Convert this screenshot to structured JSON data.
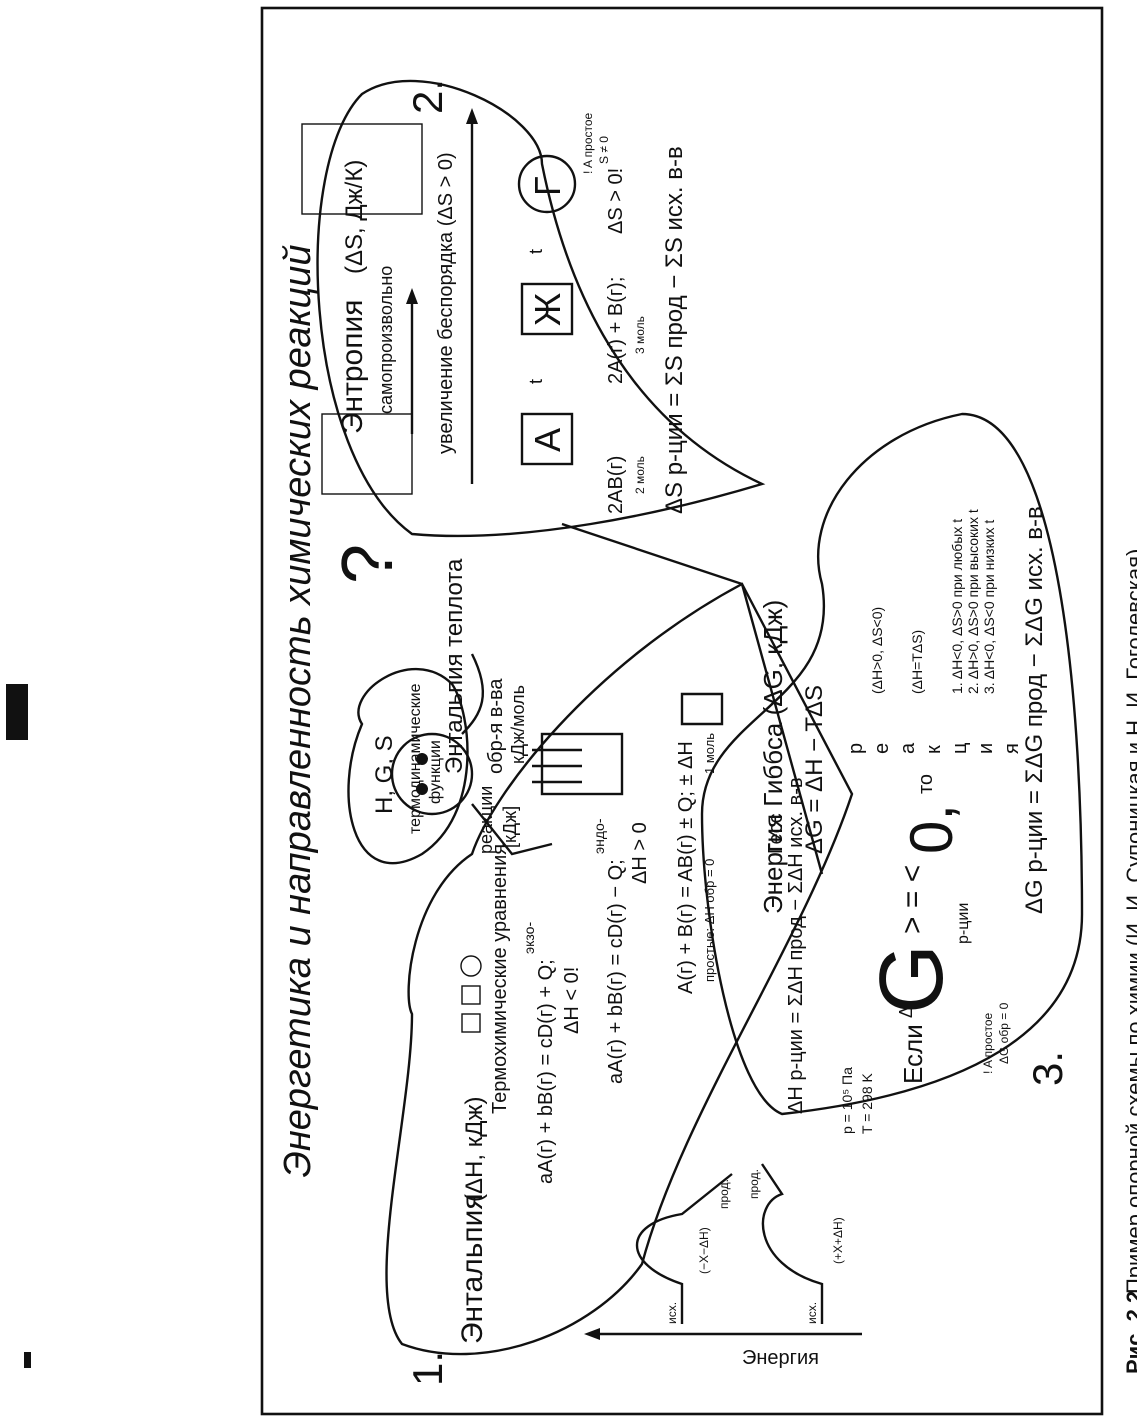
{
  "caption": {
    "fig": "Рис. 2.2.",
    "text": "Пример опорной схемы по химии (И. И. Супоницкая и Н. И. Гоголевская)"
  },
  "title": "Энергетика и направленность химических реакций",
  "question_mark": "?",
  "functions_cloud": {
    "letters": "H, G, S",
    "line1": "термодинамические",
    "line2": "функции"
  },
  "enthalpy": {
    "number": "1.",
    "heading": "Энтальпия",
    "units": "(ΔH, кДж)",
    "thermo_eq_label": "Термохимические уравнения",
    "reaction_label": "реакции",
    "kj": "[кДж]",
    "eq_exo": "aA(г) + bB(г) = cD(г) + Q;",
    "exo_mark": "экзо-",
    "dh_exo": "ΔH < 0!",
    "eq_endo": "aA(г) + bB(г) = cD(г) − Q;",
    "endo_mark": "эндо-",
    "dh_endo": "ΔH > 0",
    "eq_form": "A(г) + B(г) = AB(г) ± Q; ± ΔH",
    "form_note": "простые: ΔH обр = 0",
    "mol_note": "1 моль",
    "heat_label": "Энтальпия теплота",
    "obr_label": "обр-я в-ва",
    "kj_mol": "кДж/моль",
    "hess": "ΔH р-ции = ΣΔH прод − ΣΔH исх. в-в",
    "hess_name": "Гесс",
    "energy_axis": "Энергия",
    "isx": "исх.",
    "prod": "прод.",
    "minus_x": "(−X−ΔH)",
    "plus_x": "(+X+ΔH)",
    "conditions_p": "p = 10⁵ Па",
    "conditions_t": "T = 298 K"
  },
  "entropy": {
    "number": "2.",
    "heading": "Энтропия",
    "units": "(ΔS, Дж/К)",
    "spontaneous": "самопроизвольно",
    "disorder": "увеличение беспорядка (ΔS > 0)",
    "state_a": "A",
    "state_zh": "Ж",
    "state_g": "Г",
    "temp": "t",
    "eq_left": "2AB(г)",
    "eq_left_mol": "2 моль",
    "eq_right": "2A(г) + B(г);",
    "eq_right_mol": "3 моль",
    "ds_pos": "ΔS > 0!",
    "note1": "! A простое",
    "note2": "S ≠ 0",
    "formula": "ΔS р-ции = ΣS прод − ΣS исх. в-в"
  },
  "gibbs": {
    "number": "3.",
    "heading": "Энергия Гиббса (ΔG, кДж)",
    "formula": "ΔG = ΔH − TΔS",
    "if_word": "Если",
    "delta": "Δ",
    "big_g": "G",
    "sub": "р-ции",
    "signs": "> = <",
    "zero": "0,",
    "then": "то",
    "reaction_letters": [
      "р",
      "е",
      "а",
      "к",
      "ц",
      "и",
      "я"
    ],
    "cond1": "(ΔH>0, ΔS<0)",
    "cond2": "(ΔH=TΔS)",
    "cases": [
      "1. ΔH<0, ΔS>0 при любых t",
      "2. ΔH>0, ΔS>0 при высоких t",
      "3. ΔH<0, ΔS<0 при низких t"
    ],
    "note1": "! A простое",
    "note2": "ΔG обр = 0",
    "sum_formula": "ΔG р-ции = ΣΔG прод − ΣΔG исх. в-в"
  }
}
